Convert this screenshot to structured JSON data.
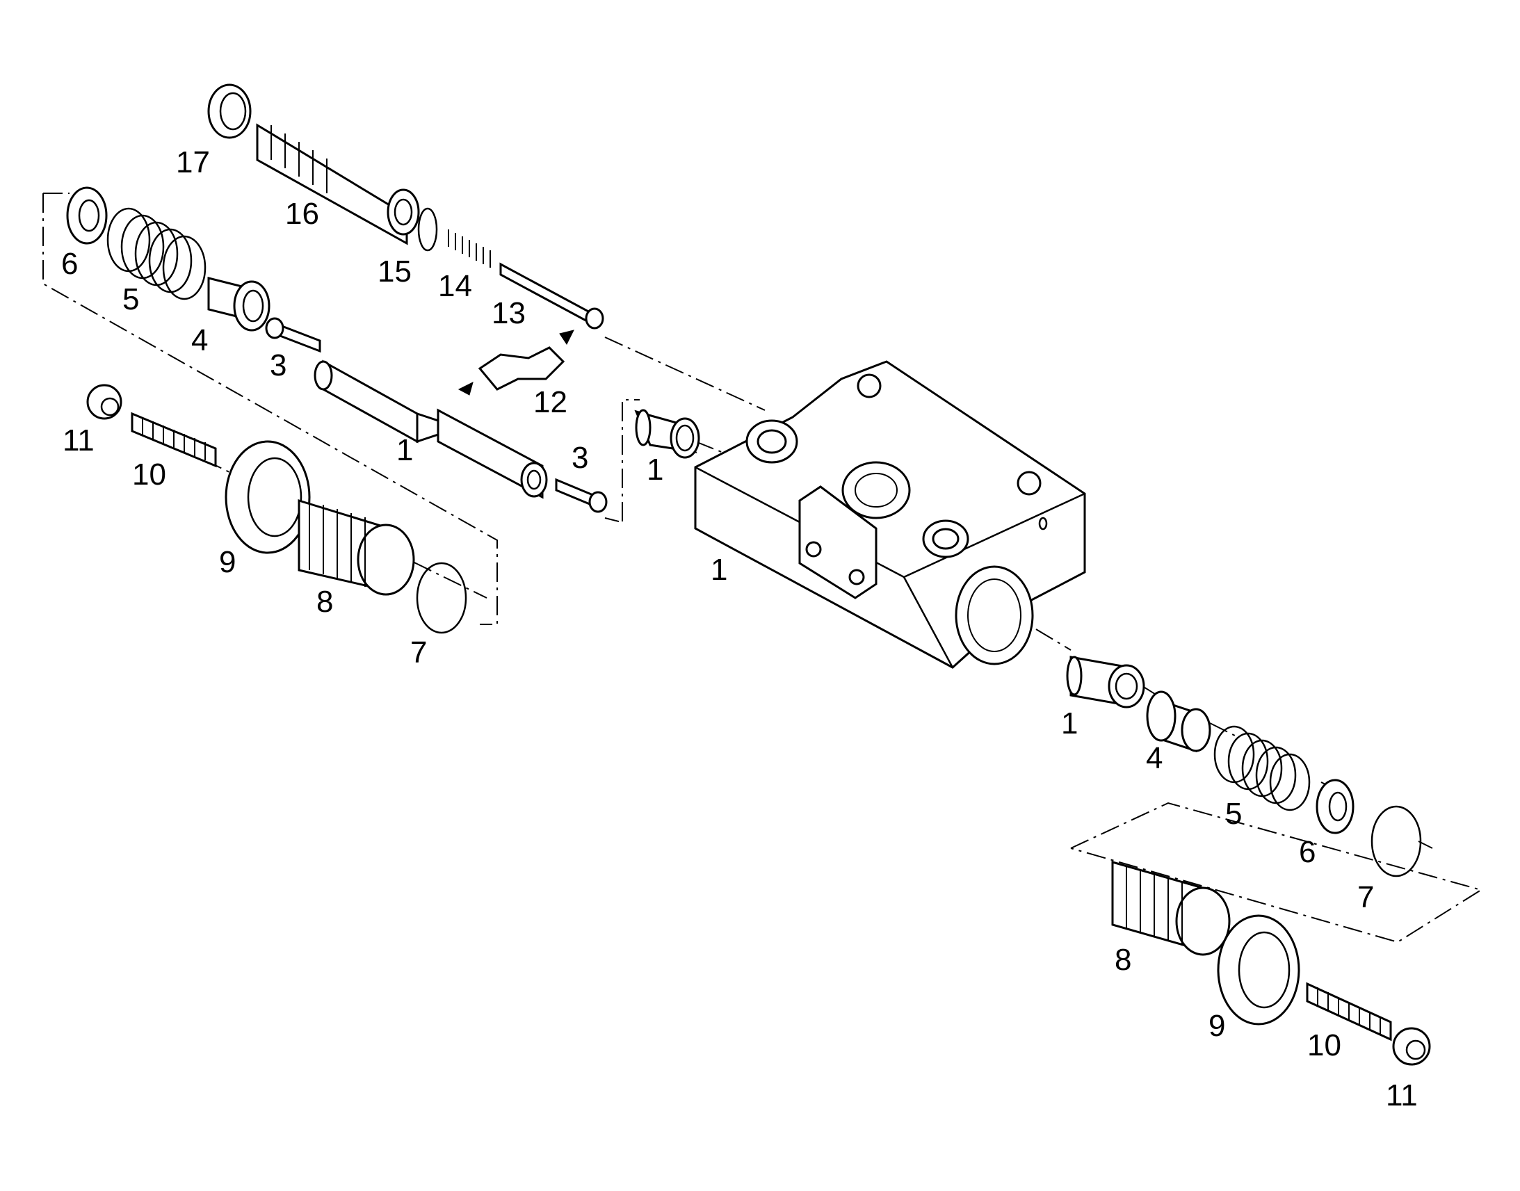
{
  "diagram": {
    "callouts": [
      {
        "id": "c17",
        "text": "17"
      },
      {
        "id": "c16",
        "text": "16"
      },
      {
        "id": "c15",
        "text": "15"
      },
      {
        "id": "c14",
        "text": "14"
      },
      {
        "id": "c13",
        "text": "13"
      },
      {
        "id": "c12",
        "text": "12"
      },
      {
        "id": "c6a",
        "text": "6"
      },
      {
        "id": "c5a",
        "text": "5"
      },
      {
        "id": "c4a",
        "text": "4"
      },
      {
        "id": "c3a",
        "text": "3"
      },
      {
        "id": "c1a",
        "text": "1"
      },
      {
        "id": "c3b",
        "text": "3"
      },
      {
        "id": "c1b",
        "text": "1"
      },
      {
        "id": "c11a",
        "text": "11"
      },
      {
        "id": "c10a",
        "text": "10"
      },
      {
        "id": "c9a",
        "text": "9"
      },
      {
        "id": "c8a",
        "text": "8"
      },
      {
        "id": "c7a",
        "text": "7"
      },
      {
        "id": "c1c",
        "text": "1"
      },
      {
        "id": "c1d",
        "text": "1"
      },
      {
        "id": "c4b",
        "text": "4"
      },
      {
        "id": "c5b",
        "text": "5"
      },
      {
        "id": "c6b",
        "text": "6"
      },
      {
        "id": "c7b",
        "text": "7"
      },
      {
        "id": "c8b",
        "text": "8"
      },
      {
        "id": "c9b",
        "text": "9"
      },
      {
        "id": "c10b",
        "text": "10"
      },
      {
        "id": "c11b",
        "text": "11"
      }
    ]
  }
}
